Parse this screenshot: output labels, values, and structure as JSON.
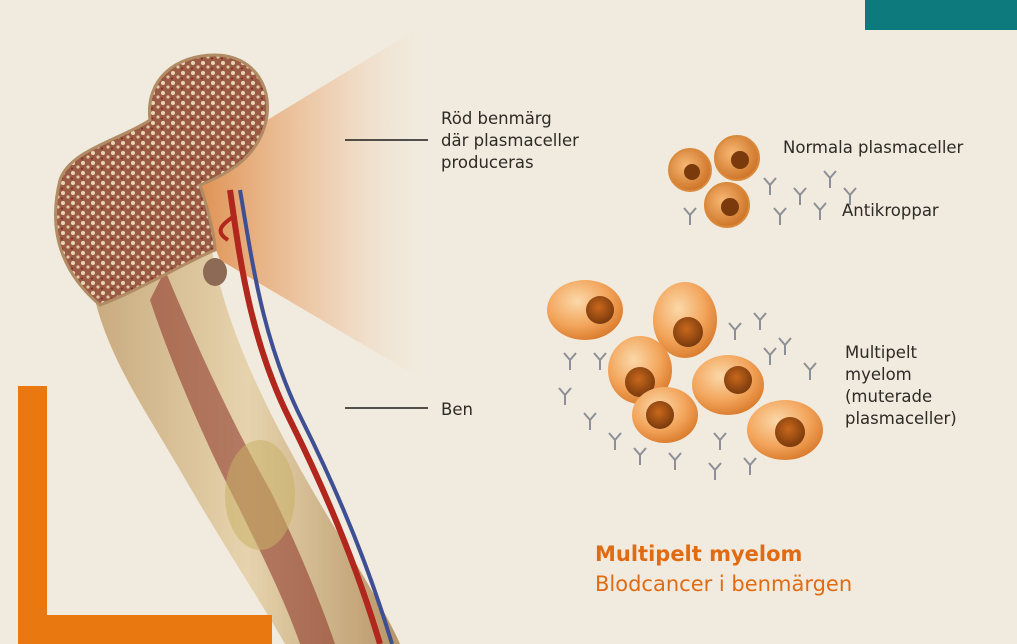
{
  "labels": {
    "marrow": "Röd benmärg\ndär plasmaceller\nproduceras",
    "bone": "Ben",
    "normal_cells": "Normala plasmaceller",
    "antibodies": "Antikroppar",
    "myeloma": "Multipelt\nmyelom\n(muterade\nplasmaceller)"
  },
  "title": {
    "main": "Multipelt myelom",
    "sub": "Blodcancer i benmärgen"
  },
  "colors": {
    "background": "#f1ebdf",
    "accent_orange": "#e8780f",
    "accent_teal": "#0d7a7e",
    "leader_line": "#1c1c1c"
  },
  "icons": {
    "corner_tab": "teal-corner-tab",
    "frame": "orange-corner-bracket"
  }
}
